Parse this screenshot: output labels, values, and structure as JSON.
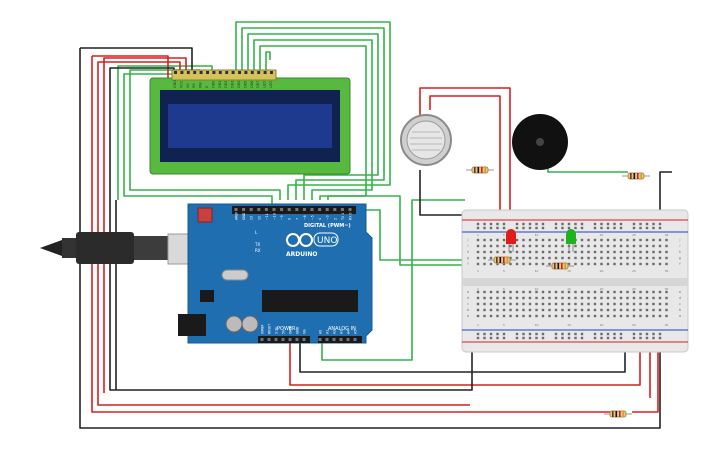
{
  "board": {
    "logo_text": "ARDUINO",
    "model_text": "UNO",
    "digital_label": "DIGITAL (PWM~)",
    "power_label": "POWER",
    "analog_label": "ANALOG IN",
    "top_pins": [
      "AREF",
      "GND",
      "13",
      "12",
      "~11",
      "~10",
      "~9",
      "8",
      "7",
      "~6",
      "~5",
      "4",
      "~3",
      "2",
      "TX 1",
      "RX 0"
    ],
    "bottom_pins": [
      "IOREF",
      "RESET",
      "3.3V",
      "5V",
      "GND",
      "GND",
      "Vin",
      "A0",
      "A1",
      "A2",
      "A3",
      "A4",
      "A5"
    ],
    "side_labels": [
      "TX",
      "RX",
      "L"
    ]
  },
  "lcd": {
    "pins": [
      "GND",
      "VCC",
      "V0",
      "RS",
      "RW",
      "E",
      "DB0",
      "DB1",
      "DB2",
      "DB3",
      "DB4",
      "DB5",
      "DB6",
      "DB7",
      "LED",
      "LED"
    ]
  },
  "breadboard": {
    "columns": [
      "1",
      "5",
      "10",
      "15",
      "20",
      "25",
      "30"
    ],
    "rows_top": [
      "j",
      "i",
      "h",
      "g",
      "f"
    ],
    "rows_bottom": [
      "e",
      "d",
      "c",
      "b",
      "a"
    ]
  },
  "colors": {
    "wire_red": "#d81e1e",
    "wire_black": "#222222",
    "wire_green": "#33b24a",
    "board_blue": "#1f6fb0",
    "lcd_green": "#57b940",
    "lcd_screen": "#1e3a8f",
    "led_red": "#e01b1b",
    "led_green": "#1fb21f"
  },
  "components": {
    "gas_sensor": "gas-sensor-icon",
    "buzzer": "piezo-buzzer-icon",
    "usb": "usb-cable-icon",
    "resistor": "resistor-icon"
  }
}
